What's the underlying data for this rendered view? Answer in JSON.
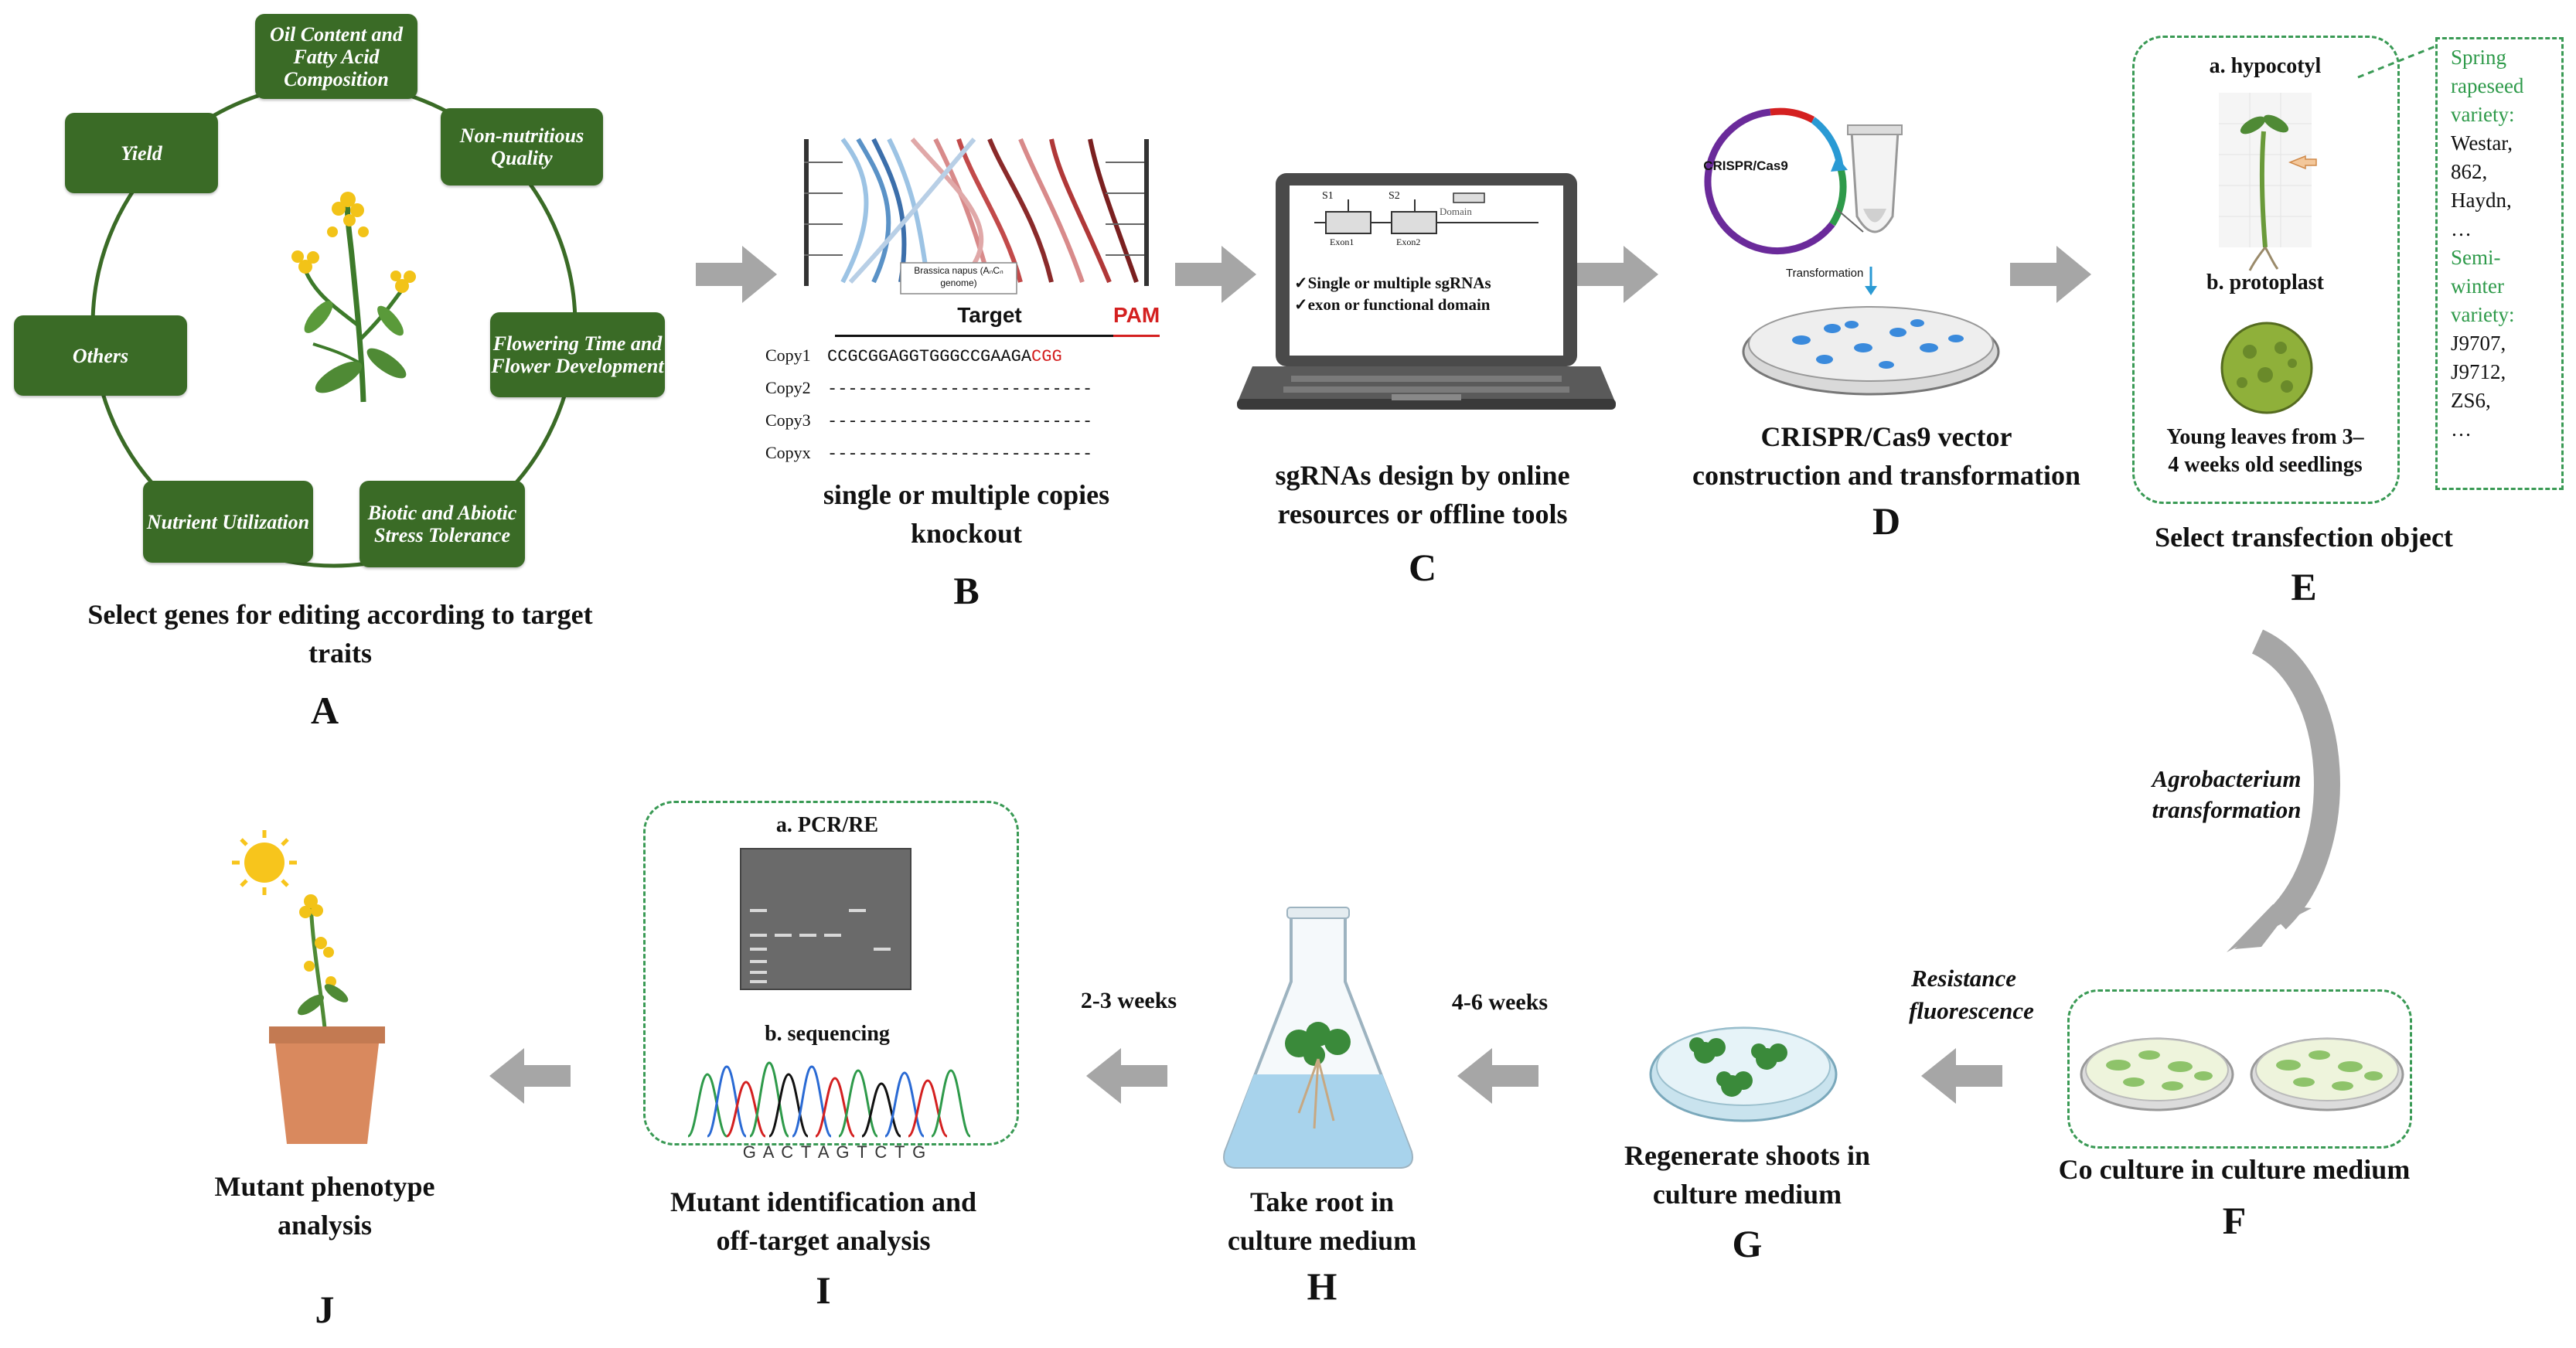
{
  "panel_a": {
    "traits": [
      "Oil Content and Fatty Acid Composition",
      "Non-nutritious Quality",
      "Flowering Time and Flower Development",
      "Biotic and Abiotic Stress Tolerance",
      "Nutrient Utilization",
      "Others",
      "Yield"
    ],
    "caption": "Select genes for editing according to target traits",
    "letter": "A"
  },
  "panel_b": {
    "species_label": "Brassica napus (AₙCₙ genome)",
    "target_header": "Target",
    "pam_header": "PAM",
    "copies": [
      {
        "label": "Copy1",
        "seq": "CCGCGGAGGTGGGCCGAAGA",
        "pam": "CGG"
      },
      {
        "label": "Copy2",
        "seq": "--------------------------",
        "pam": ""
      },
      {
        "label": "Copy3",
        "seq": "--------------------------",
        "pam": ""
      },
      {
        "label": "Copyx",
        "seq": "--------------------------",
        "pam": ""
      }
    ],
    "caption_line1": "single or multiple copies",
    "caption_line2": "knockout",
    "letter": "B"
  },
  "panel_c": {
    "screen_s1": "S1",
    "screen_s2": "S2",
    "screen_domain": "Domain",
    "screen_exon1": "Exon1",
    "screen_exon2": "Exon2",
    "check1": "✓Single or multiple sgRNAs",
    "check2": "✓exon or functional domain",
    "caption_line1": "sgRNAs design by online",
    "caption_line2": "resources or offline tools",
    "letter": "C"
  },
  "panel_d": {
    "plasmid_label": "CRISPR/Cas9",
    "transformation_label": "Transformation",
    "caption_line1": "CRISPR/Cas9 vector",
    "caption_line2": "construction and transformation",
    "letter": "D"
  },
  "panel_e": {
    "hypocotyl_label": "a. hypocotyl",
    "protoplast_label": "b. protoplast",
    "leaves_line1": "Young leaves from 3–",
    "leaves_line2": "4 weeks old seedlings",
    "variety_list": [
      {
        "text": "Spring",
        "color": "#2e9a4a"
      },
      {
        "text": "rapeseed",
        "color": "#2e9a4a"
      },
      {
        "text": "variety:",
        "color": "#2e9a4a"
      },
      {
        "text": "Westar,",
        "color": "#111111"
      },
      {
        "text": "862,",
        "color": "#111111"
      },
      {
        "text": "Haydn,",
        "color": "#111111"
      },
      {
        "text": "…",
        "color": "#111111"
      },
      {
        "text": "Semi-",
        "color": "#2e9a4a"
      },
      {
        "text": "winter",
        "color": "#2e9a4a"
      },
      {
        "text": "variety:",
        "color": "#2e9a4a"
      },
      {
        "text": "J9707,",
        "color": "#111111"
      },
      {
        "text": "J9712,",
        "color": "#111111"
      },
      {
        "text": "ZS6,",
        "color": "#111111"
      },
      {
        "text": "…",
        "color": "#111111"
      }
    ],
    "caption": "Select transfection object",
    "letter": "E"
  },
  "transitions": {
    "agro_line1": "Agrobacterium",
    "agro_line2": "transformation",
    "resist_line1": "Resistance",
    "resist_line2": "fluorescence",
    "weeks_h": "4-6 weeks",
    "weeks_i": "2-3 weeks"
  },
  "panel_f": {
    "caption": "Co culture in culture medium",
    "letter": "F"
  },
  "panel_g": {
    "caption_line1": "Regenerate shoots in",
    "caption_line2": "culture medium",
    "letter": "G"
  },
  "panel_h": {
    "caption_line1": "Take root in",
    "caption_line2": "culture medium",
    "letter": "H"
  },
  "panel_i": {
    "pcr_label": "a. PCR/RE",
    "seq_label": "b. sequencing",
    "bases": "G A C T A G T C T G",
    "caption_line1": "Mutant identification and",
    "caption_line2": "off-target analysis",
    "letter": "I"
  },
  "panel_j": {
    "caption_line1": "Mutant phenotype",
    "caption_line2": "analysis",
    "letter": "J"
  },
  "colors": {
    "trait_green": "#3a6b26",
    "dash_green": "#3a9a55",
    "arrow_gray": "#a6a6a6",
    "pam_red": "#d42020"
  }
}
